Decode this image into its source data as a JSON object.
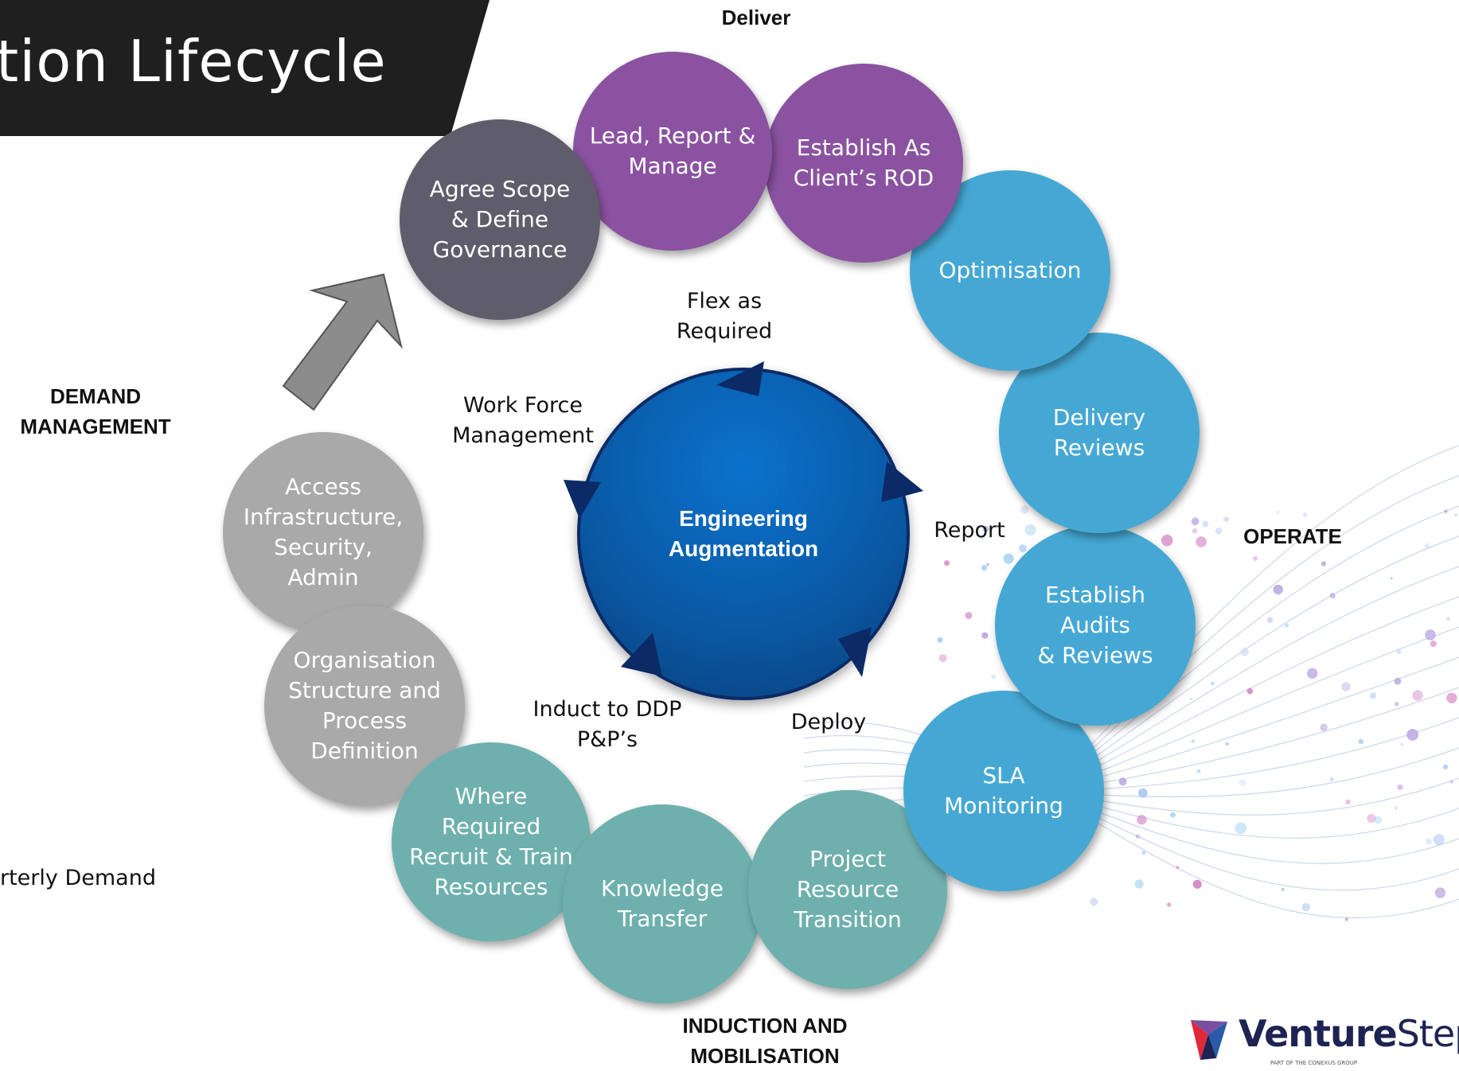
{
  "title": "tion Lifecycle",
  "center_label": "Engineering\nAugmentation",
  "phase_labels": {
    "deliver": "Deliver",
    "demand": "DEMAND\nMANAGEMENT",
    "operate": "OPERATE",
    "induction": "INDUCTION AND\nMOBILISATION"
  },
  "cycle_labels": {
    "flex": "Flex as\nRequired",
    "workforce": "Work Force\nManagement",
    "report": "Report",
    "induct": "Induct to DDP\nP&P’s",
    "deploy": "Deploy"
  },
  "side_note": "rterly Demand",
  "steps": {
    "agree_scope": "Agree Scope\n& Define\nGovernance",
    "lead_report": "Lead, Report &\nManage",
    "establish_rod": "Establish As\nClient’s ROD",
    "optimisation": "Optimisation",
    "delivery_reviews": "Delivery\nReviews",
    "establish_audits": "Establish\nAudits\n& Reviews",
    "sla_monitoring": "SLA\nMonitoring",
    "project_transition": "Project\nResource\nTransition",
    "knowledge_transfer": "Knowledge\nTransfer",
    "recruit_train": "Where\nRequired\nRecruit & Train\nResources",
    "org_structure": "Organisation\nStructure and\nProcess\nDefinition",
    "access_infra": "Access\nInfrastructure,\nSecurity,\nAdmin"
  },
  "logo": {
    "word_bold": "Venture",
    "word_light": "Step",
    "sub": "PART OF THE CONEXUS GROUP"
  },
  "colors": {
    "governance": "#5f5d6b",
    "deliver": "#8a52a0",
    "operate": "#45a8d4",
    "induction": "#6eb0ae",
    "demand": "#a9a9a9",
    "center": "#0a5aa6",
    "title_bar": "#1f1f1f",
    "arrow": "#8c8c8c"
  }
}
